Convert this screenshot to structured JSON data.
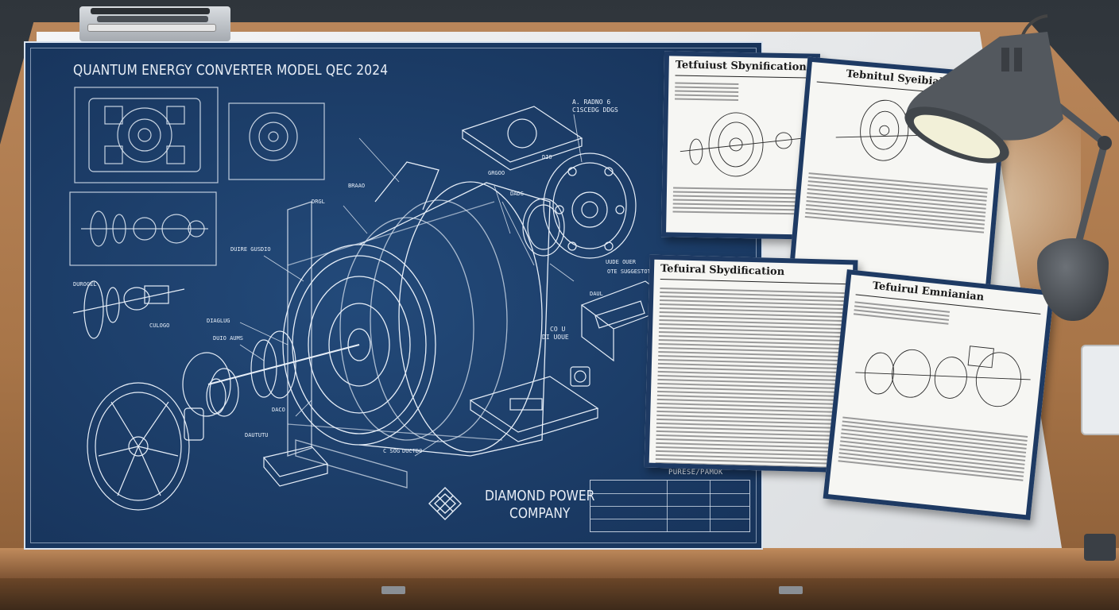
{
  "blueprint": {
    "title": "QUANTUM ENERGY CONVERTER MODEL QEC 2024",
    "company_line1": "DIAMOND POWER",
    "company_line2": "COMPANY",
    "title_block_label": "PURESE/PAMOK",
    "callouts": [
      "A. RADNO 6",
      "C1SCEDG DDGS",
      "BRAAO",
      "GRGOO",
      "DRGL",
      "DADG",
      "DUIRE GUSDIO",
      "DUROGEL",
      "CULOGO",
      "DIAGLUG",
      "DUIO AUMS",
      "DACO",
      "DUCTDO",
      "DAUTUTU",
      "DIO",
      "UUDE OUER",
      "OTE SUGGESTOT",
      "DAUL",
      "CO U",
      "DI UOUE",
      "C SOG"
    ]
  },
  "sheets": [
    {
      "title": "Tetfuiust Sbynification"
    },
    {
      "title": "Tebnitul Syeibiahion"
    },
    {
      "title": "Tefuiral Sbydification"
    },
    {
      "title": "Tefuirul Emnianian"
    }
  ],
  "colors": {
    "blueprint_bg": "#1c3d68",
    "line": "#e6eef8",
    "sheet_border": "#1e3a63",
    "wood": "#a87548"
  }
}
